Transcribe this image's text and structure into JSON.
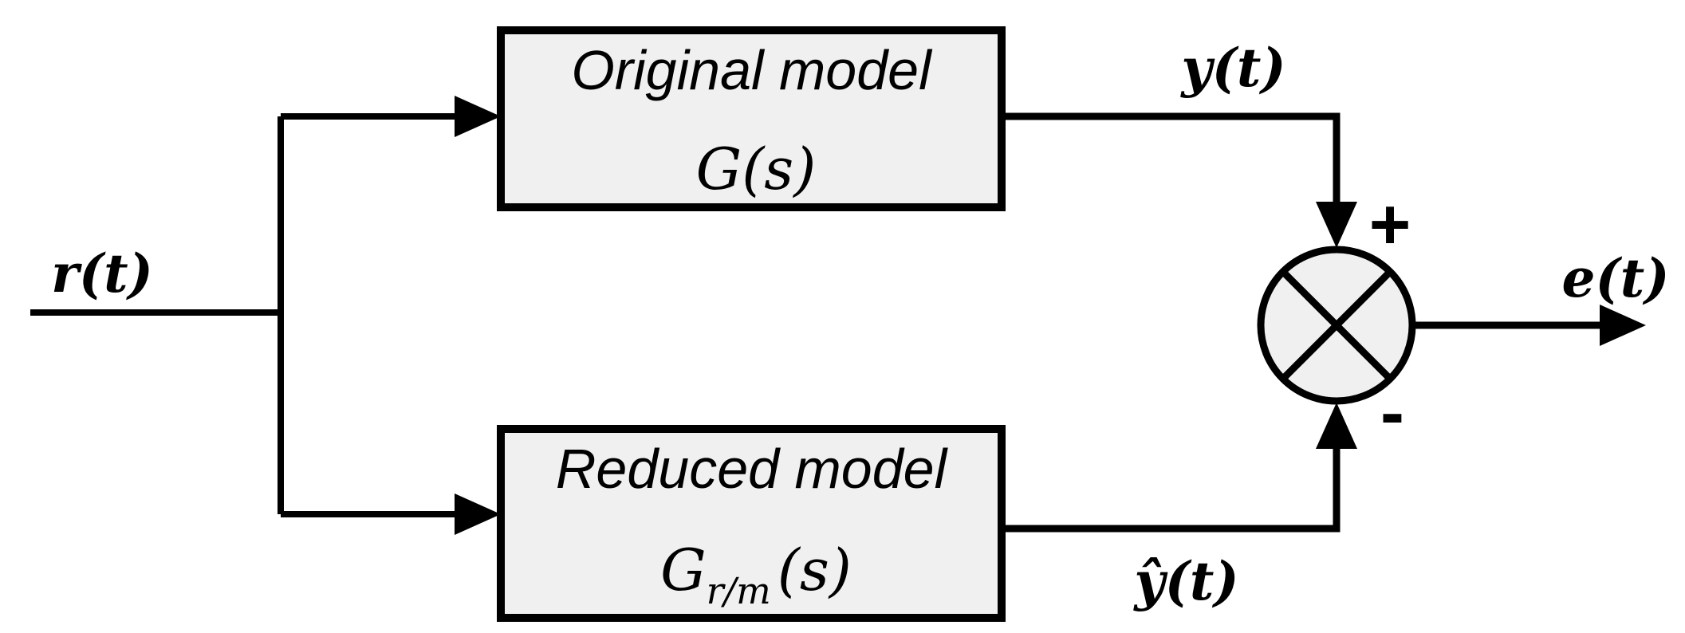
{
  "colors": {
    "line": "#000000",
    "text": "#000000",
    "block_fill": "#f0f0f0",
    "junction_fill": "#f0f0f0",
    "background": "#ffffff"
  },
  "signals": {
    "input": "r(t)",
    "top_output": "y(t)",
    "bottom_output": "ŷ(t)",
    "error": "e(t)"
  },
  "blocks": {
    "original": {
      "title": "Original model",
      "formula": "G(s)"
    },
    "reduced": {
      "title": "Reduced model",
      "formula_base": "G",
      "formula_subscript": "r/m",
      "formula_args": "(s)"
    }
  },
  "junction": {
    "type": "summing-junction-circle-cross",
    "plus": "+",
    "minus": "-"
  }
}
